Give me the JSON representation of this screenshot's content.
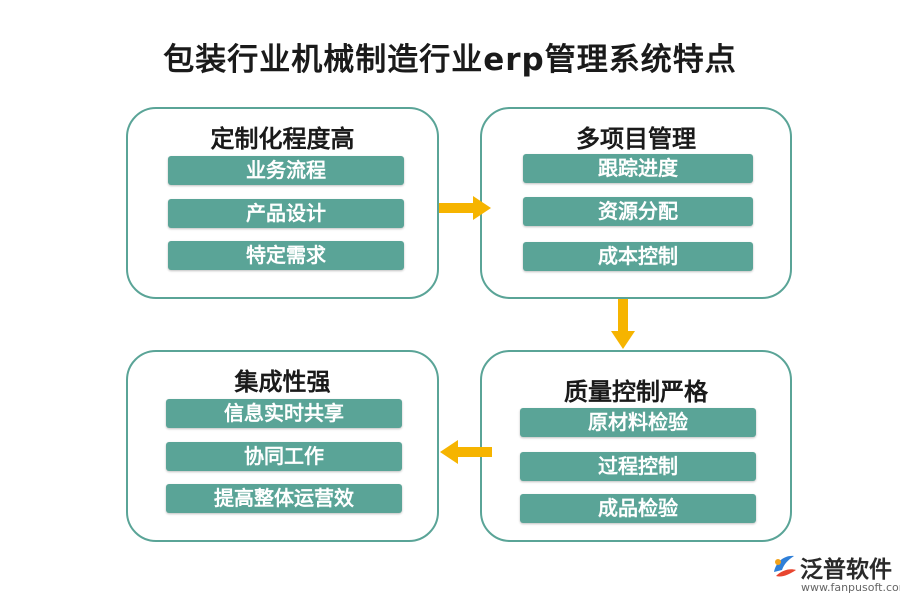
{
  "title": "包装行业机械制造行业erp管理系统特点",
  "colors": {
    "accent": "#5aa497",
    "arrow": "#f6b400",
    "text": "#1a1a1a"
  },
  "boxes": [
    {
      "title": "定制化程度高",
      "items": [
        "业务流程",
        "产品设计",
        "特定需求"
      ]
    },
    {
      "title": "多项目管理",
      "items": [
        "跟踪进度",
        "资源分配",
        "成本控制"
      ]
    },
    {
      "title": "质量控制严格",
      "items": [
        "原材料检验",
        "过程控制",
        "成品检验"
      ]
    },
    {
      "title": "集成性强",
      "items": [
        "信息实时共享",
        "协同工作",
        "提高整体运营效"
      ]
    }
  ],
  "logo": {
    "name": "泛普软件",
    "url": "www.fanpusoft.com",
    "icon": "fanpu-logo-icon"
  }
}
